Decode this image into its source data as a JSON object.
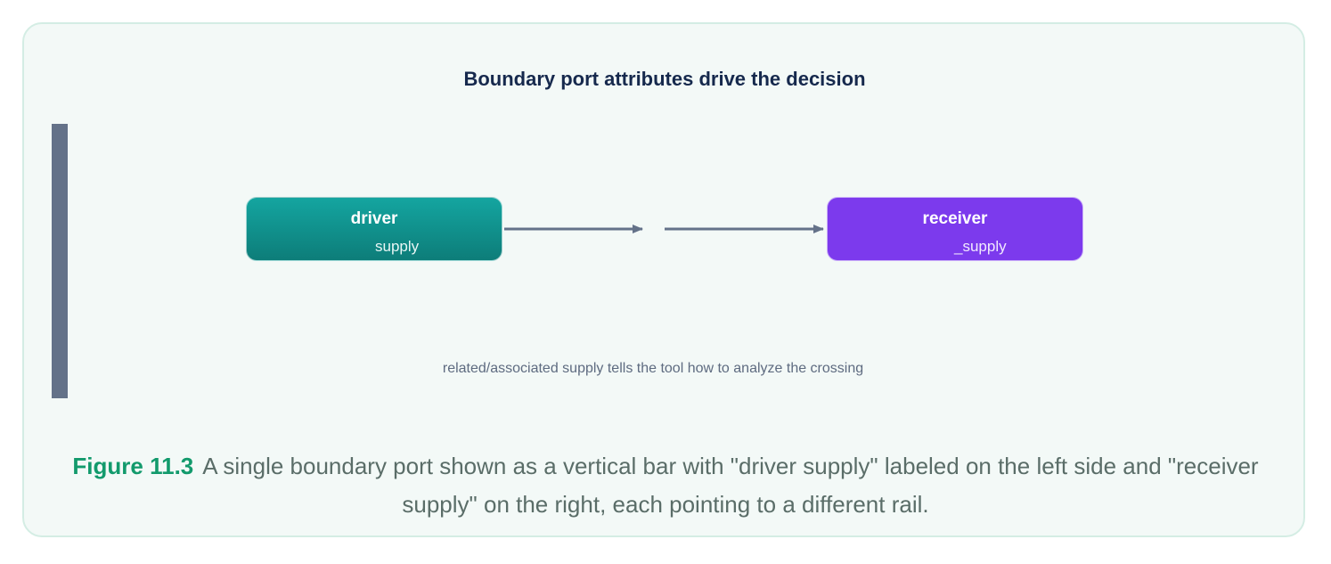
{
  "diagram": {
    "title": "Boundary port attributes drive the decision",
    "nodes": {
      "driver": {
        "title": "driver",
        "subtitle": "supply"
      },
      "receiver": {
        "title": "receiver",
        "subtitle": "_supply"
      }
    },
    "note": "related/associated supply tells the tool how to analyze the crossing"
  },
  "caption": {
    "label": "Figure 11.3",
    "text": "A single boundary port shown as a vertical bar with \"driver supply\" labeled on the left side and \"receiver supply\" on the right, each pointing to a different rail."
  },
  "colors": {
    "driver": "#0f9994",
    "receiver": "#7c3aed",
    "port_bar": "#647289",
    "arrow": "#647289",
    "caption_label": "#129a6c"
  }
}
